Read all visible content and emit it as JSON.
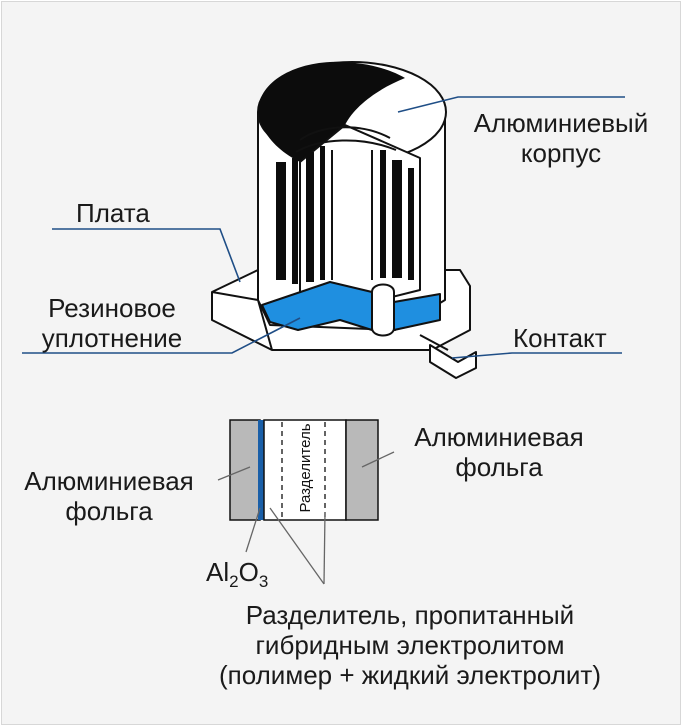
{
  "capacitor": {
    "case_label": [
      "Алюминиевый",
      "корпус"
    ],
    "board_label": "Плата",
    "seal_label": [
      "Резиновое",
      "уплотнение"
    ],
    "contact_label": "Контакт"
  },
  "cross_section": {
    "separator_label": "Разделитель",
    "foil_right_label": [
      "Алюминиевая",
      "фольга"
    ],
    "foil_left_label": [
      "Алюминиевая",
      "фольга"
    ],
    "oxide_main": "Al",
    "oxide_sub1": "2",
    "oxide_mid": "O",
    "oxide_sub2": "3",
    "electrolyte_label": [
      "Разделитель, пропитанный",
      "гибридным электролитом",
      "(полимер + жидкий электролит)"
    ]
  },
  "colors": {
    "frame_bg": "#f4f4f4",
    "leader_line": "#1f4e86",
    "blue_fill": "#1f8fe0",
    "foil_grey": "#b9b9b9",
    "oxide_blue": "#1a5fa8",
    "outline": "#111111"
  }
}
